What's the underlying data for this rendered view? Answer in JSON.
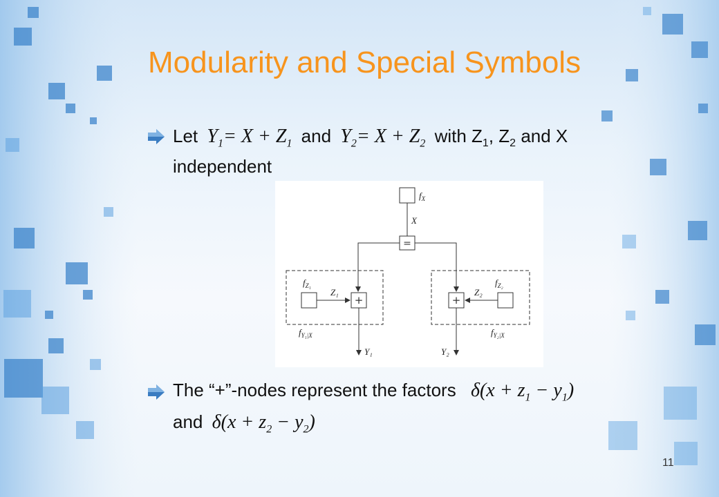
{
  "slide": {
    "title": "Modularity and Special Symbols",
    "page_number": "11"
  },
  "bullets": [
    {
      "word_let": "Let",
      "eq1": {
        "y": "Y",
        "y_sub": "1",
        "rhs": "= X + Z",
        "rhs_sub": "1"
      },
      "word_and": "and",
      "eq2": {
        "y": "Y",
        "y_sub": "2",
        "rhs": "= X + Z",
        "rhs_sub": "2"
      },
      "word_with": "with Z",
      "z1_sub": "1",
      "comma_z": ", Z",
      "z2_sub": "2",
      "tail": "and X",
      "line2": "independent"
    },
    {
      "line1": "The “+”-nodes represent the factors",
      "delta1": {
        "head": "δ(x + z",
        "sub1": "1",
        "mid": " − y",
        "sub2": "1",
        "end": ")"
      },
      "line2": "and",
      "delta2": {
        "head": "δ(x + z",
        "sub1": "2",
        "mid": " − y",
        "sub2": "2",
        "end": ")"
      }
    }
  ],
  "figure": {
    "f_x": "f",
    "f_x_sub": "X",
    "x_label": "X",
    "equal_symbol": "=",
    "plus_symbol": "+",
    "f_z1": "f",
    "f_z1_sub": "Z₁",
    "z1_label": "Z₁",
    "f_z2": "f",
    "f_z2_sub": "Z₂",
    "z2_label": "Z₂",
    "f_y1x": "f",
    "f_y1x_sub": "Y₁|X",
    "f_y2x": "f",
    "f_y2x_sub": "Y₂|X",
    "y1_label": "Y₁",
    "y2_label": "Y₂"
  },
  "colors": {
    "title": "#f7941d",
    "text": "#111111",
    "bullet_arrow": "#3a7cc1"
  }
}
